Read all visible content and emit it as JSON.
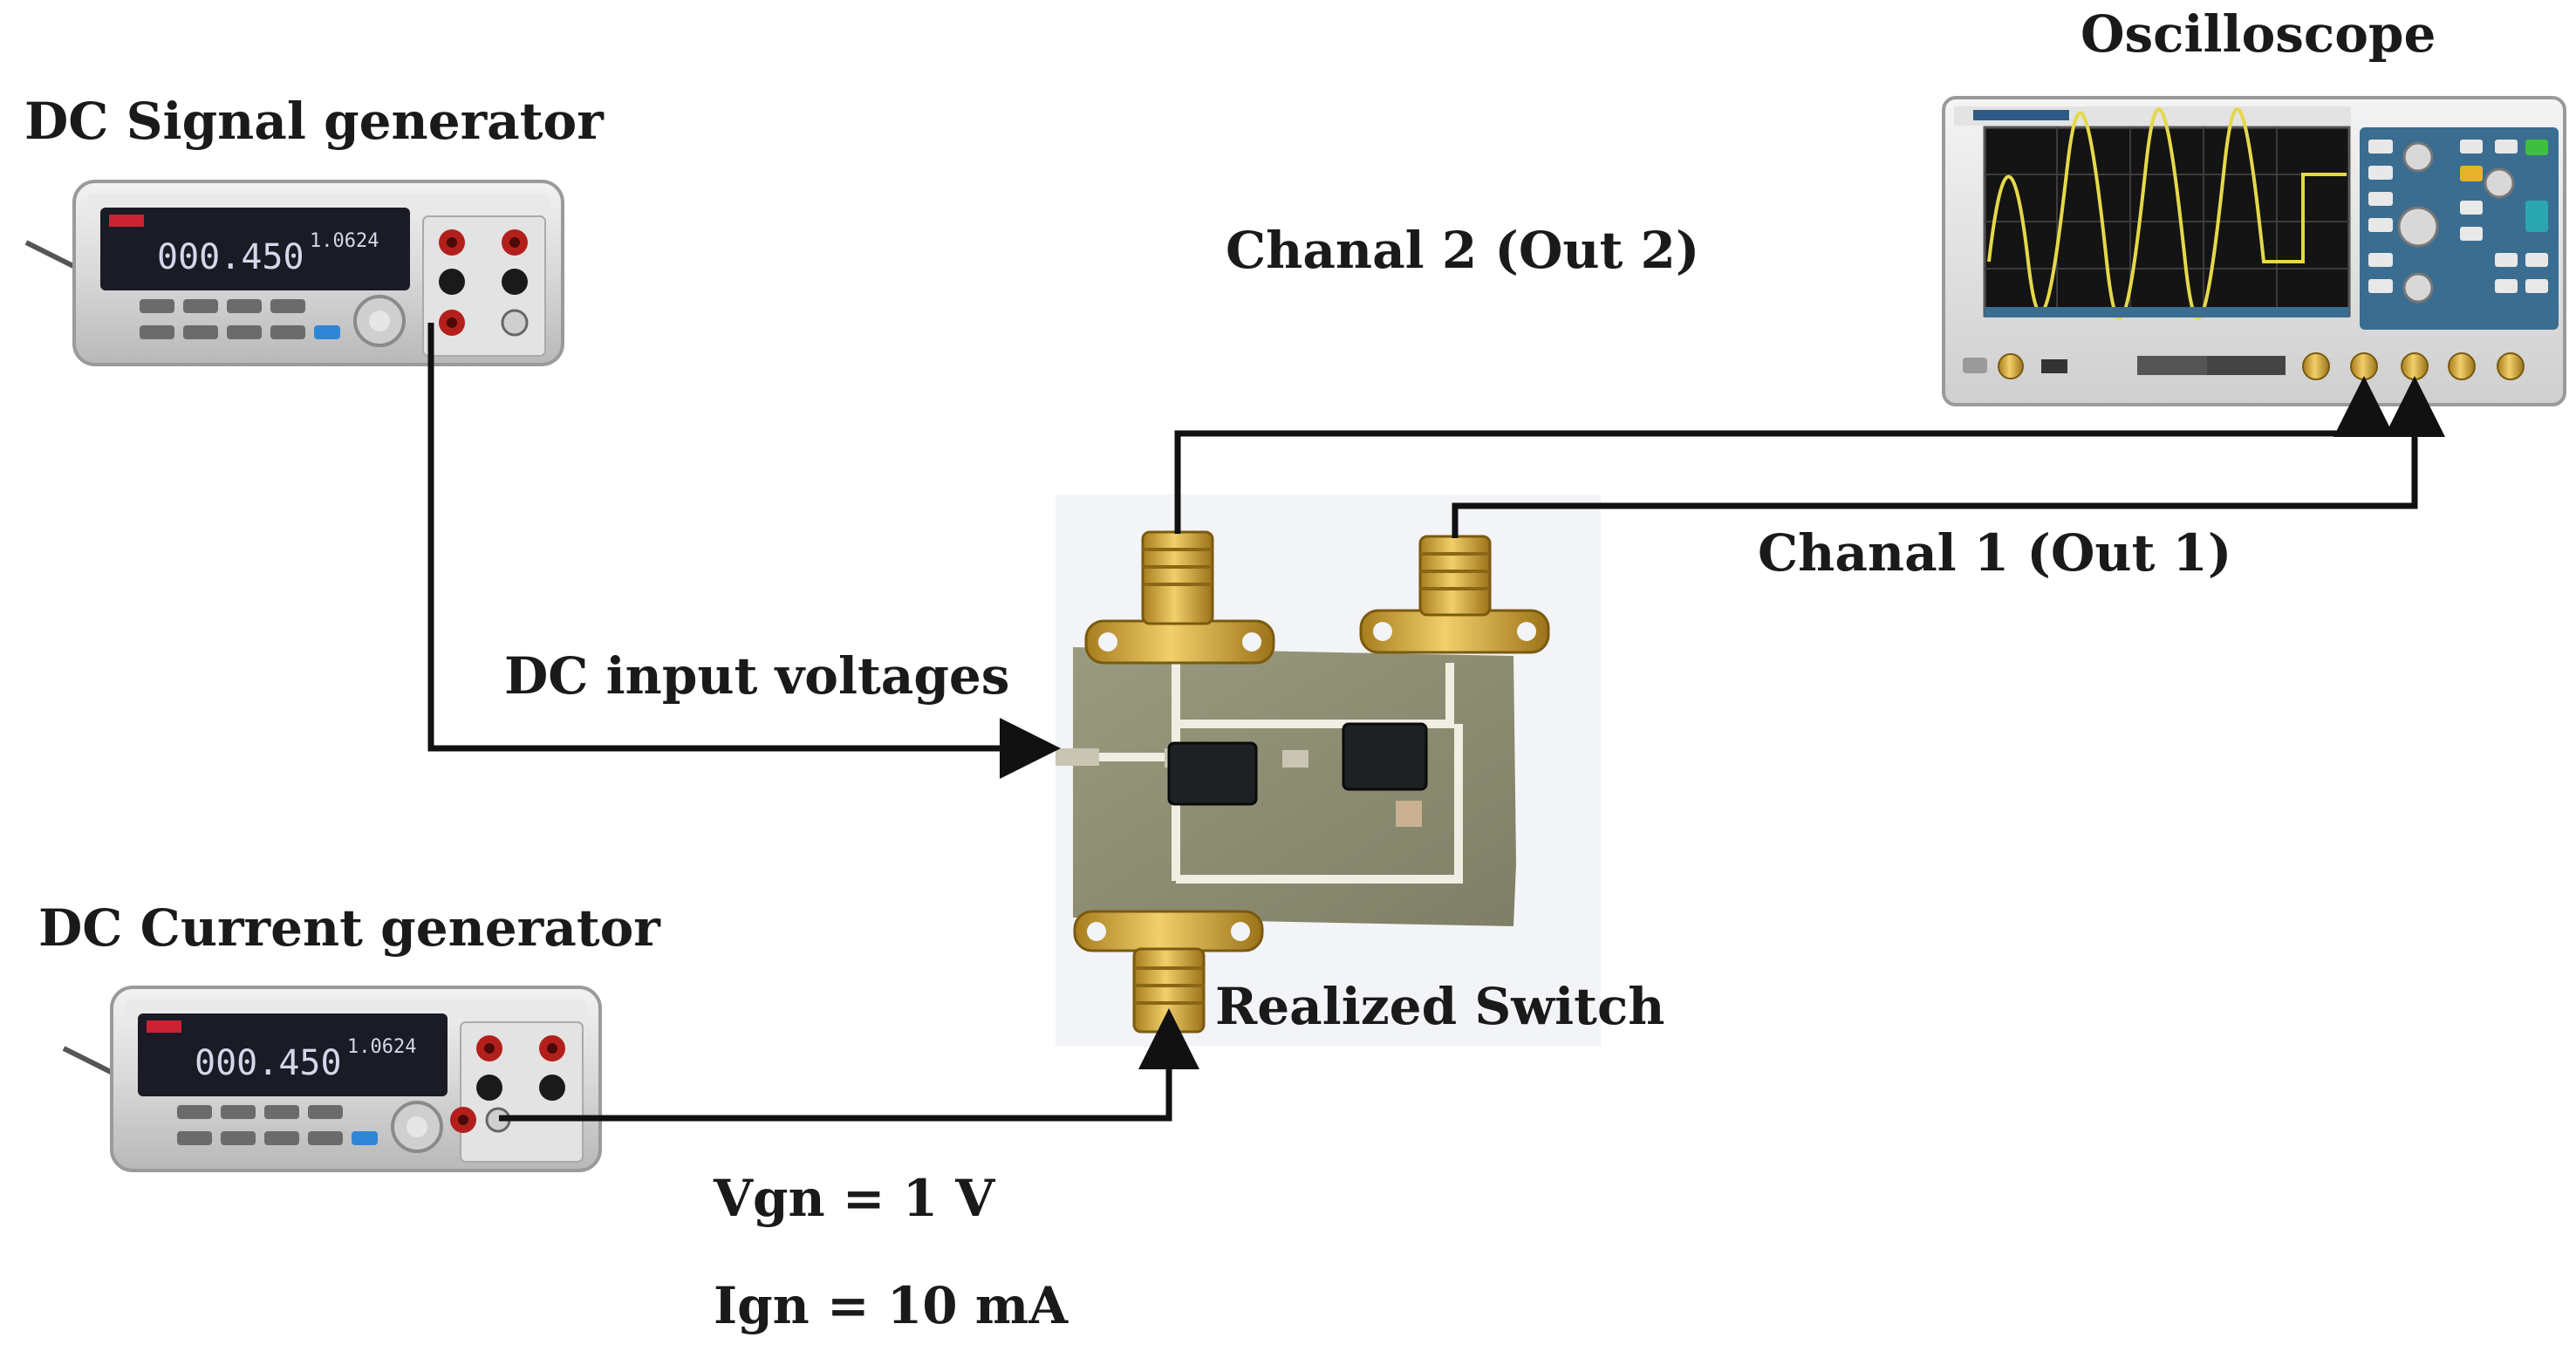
{
  "labels": {
    "dc_signal_generator": "DC Signal generator",
    "oscilloscope": "Oscilloscope",
    "chanal_2": "Chanal 2 (Out 2)",
    "chanal_1": "Chanal 1 (Out 1)",
    "dc_input_voltages": "DC input voltages",
    "dc_current_generator": "DC Current generator",
    "realized_switch": "Realized Switch",
    "vgn": "Vgn = 1 V",
    "ign": "Ign = 10 mA"
  },
  "meters": {
    "primary_display": "000.450",
    "secondary_display": "1.0624"
  },
  "colors": {
    "wire": "#111111",
    "pcb": "#8c8c6e",
    "trace": "#f0eee2",
    "connector_gold": "#d4a73a",
    "meter_body": "#dcdcdc",
    "meter_display": "#1b1b26",
    "scope_screen": "#1a1a1a",
    "scope_trace": "#e5d84a",
    "scope_panel": "#3a6d90",
    "terminal_red": "#b3201c"
  },
  "icons": {
    "signal_generator": "digital-multimeter-icon",
    "current_generator": "digital-multimeter-icon",
    "oscilloscope": "oscilloscope-icon",
    "switch": "pcb-switch-icon"
  }
}
